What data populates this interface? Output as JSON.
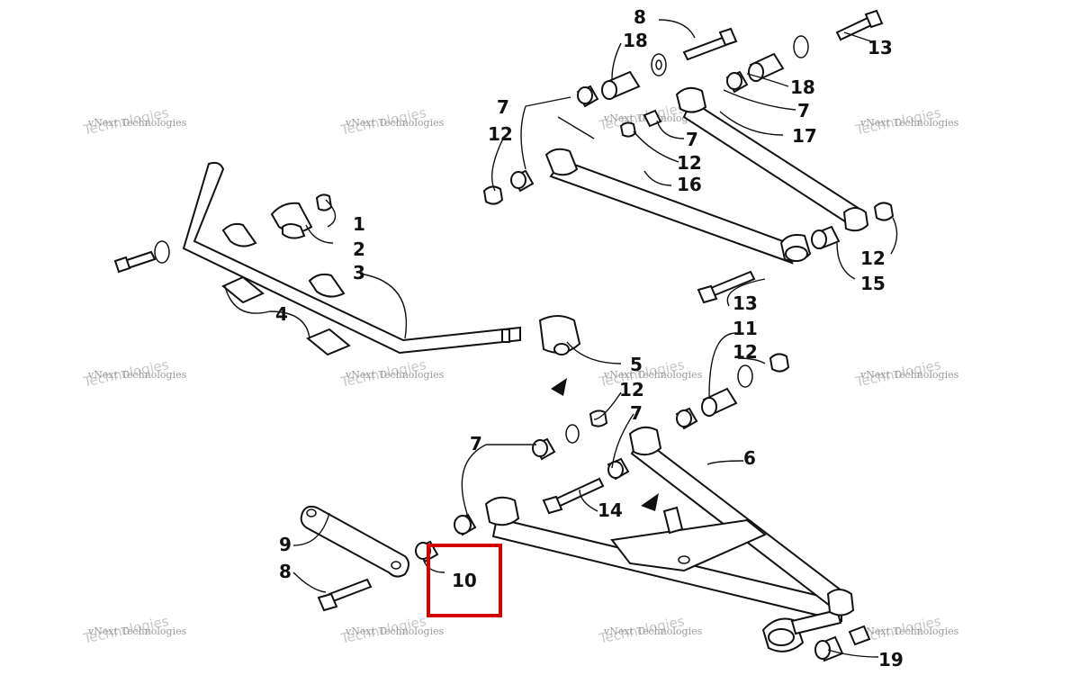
{
  "diagram": {
    "watermark": {
      "line1": "vNext Technologies",
      "line2": "Technologies"
    },
    "callouts": [
      {
        "id": "c8a",
        "label": "8"
      },
      {
        "id": "c18a",
        "label": "18"
      },
      {
        "id": "c13a",
        "label": "13"
      },
      {
        "id": "c7a",
        "label": "7"
      },
      {
        "id": "c12a",
        "label": "12"
      },
      {
        "id": "c18b",
        "label": "18"
      },
      {
        "id": "c7b",
        "label": "7"
      },
      {
        "id": "c17",
        "label": "17"
      },
      {
        "id": "c7c",
        "label": "7"
      },
      {
        "id": "c12b",
        "label": "12"
      },
      {
        "id": "c16",
        "label": "16"
      },
      {
        "id": "c1",
        "label": "1"
      },
      {
        "id": "c2",
        "label": "2"
      },
      {
        "id": "c3",
        "label": "3"
      },
      {
        "id": "c12c",
        "label": "12"
      },
      {
        "id": "c15",
        "label": "15"
      },
      {
        "id": "c13b",
        "label": "13"
      },
      {
        "id": "c4",
        "label": "4"
      },
      {
        "id": "c11",
        "label": "11"
      },
      {
        "id": "c12d",
        "label": "12"
      },
      {
        "id": "c5",
        "label": "5"
      },
      {
        "id": "c12e",
        "label": "12"
      },
      {
        "id": "c7d",
        "label": "7"
      },
      {
        "id": "c7e",
        "label": "7"
      },
      {
        "id": "c6",
        "label": "6"
      },
      {
        "id": "c14",
        "label": "14"
      },
      {
        "id": "c9",
        "label": "9"
      },
      {
        "id": "c8b",
        "label": "8"
      },
      {
        "id": "c10",
        "label": "10"
      },
      {
        "id": "c19",
        "label": "19"
      }
    ],
    "highlight_color": "#d40000"
  }
}
